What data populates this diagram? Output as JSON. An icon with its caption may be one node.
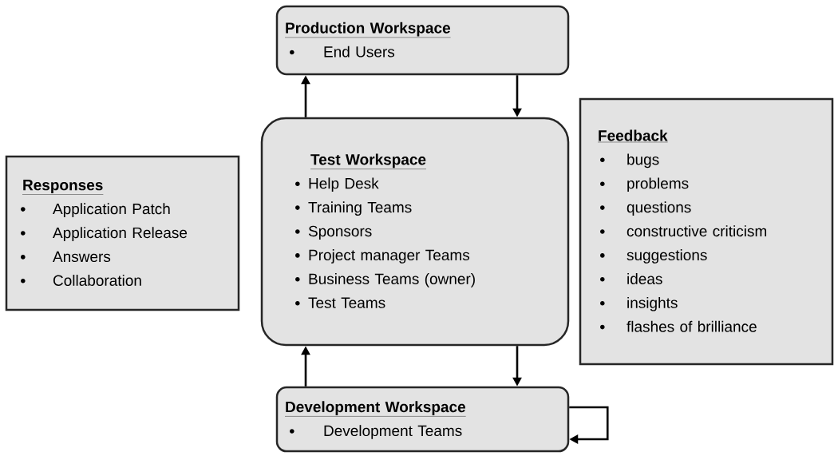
{
  "diagram": {
    "nodes": [
      {
        "text": [
          "Production Workspace",
          "End Users"
        ]
      },
      {
        "text": [
          "Test Workspace",
          "Help Desk",
          "Training Teams",
          "Sponsors",
          "Project manager Teams",
          "Business Teams (owner)",
          "Test Teams"
        ]
      },
      {
        "text": [
          "Responses",
          "Application Patch",
          "Application Release",
          "Answers",
          "Collaboration"
        ]
      },
      {
        "text": [
          "Feedback",
          "bugs",
          "problems",
          "questions",
          "constructive criticism",
          "suggestions",
          "ideas",
          "insights",
          "flashes of brilliance"
        ]
      },
      {
        "text": [
          "Development Workspace",
          "Development Teams"
        ]
      }
    ],
    "edges": [
      {
        "from": 1,
        "to": 0,
        "arrow": "to"
      },
      {
        "from": 0,
        "to": 1,
        "arrow": "to"
      },
      {
        "from": 4,
        "to": 1,
        "arrow": "to"
      },
      {
        "from": 1,
        "to": 4,
        "arrow": "to"
      },
      {
        "from": 4,
        "to": 4,
        "arrow": "to"
      }
    ]
  }
}
